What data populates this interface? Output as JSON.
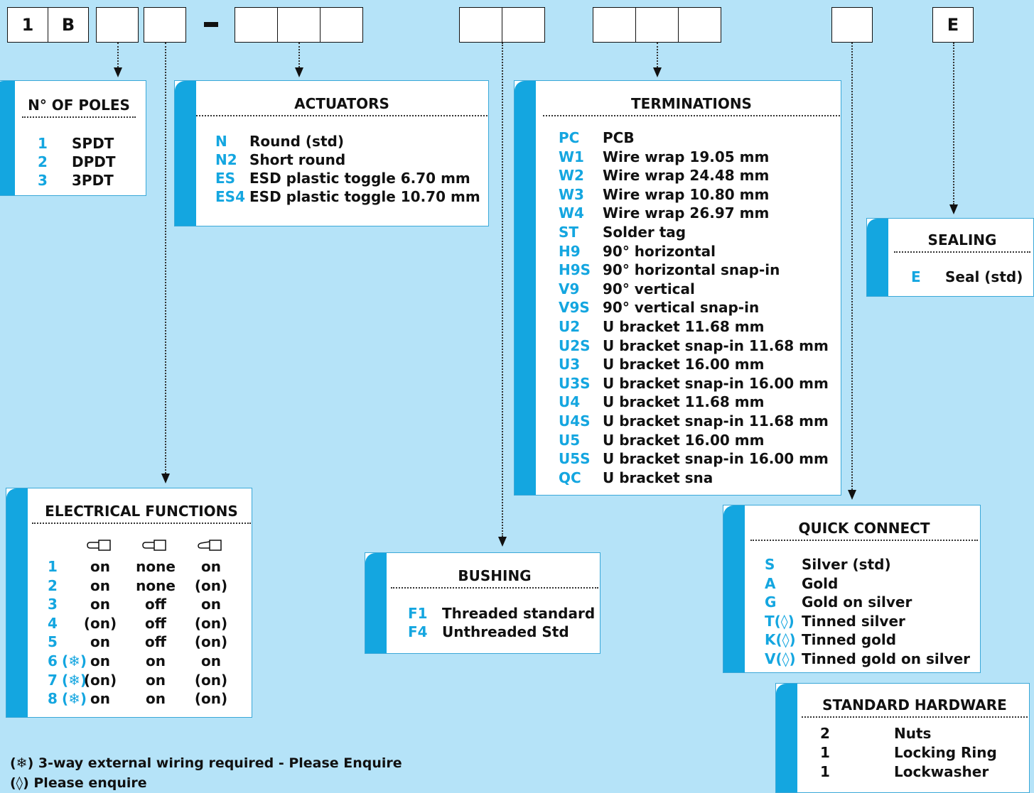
{
  "header": {
    "cells": [
      "1",
      "B",
      "",
      "",
      "",
      "",
      "",
      "",
      "",
      "",
      "",
      "",
      "E"
    ],
    "dash": "-"
  },
  "poles": {
    "title": "N° OF POLES",
    "items": [
      [
        "1",
        "SPDT"
      ],
      [
        "2",
        "DPDT"
      ],
      [
        "3",
        "3PDT"
      ]
    ]
  },
  "actuators": {
    "title": "ACTUATORS",
    "items": [
      [
        "N",
        "Round (std)"
      ],
      [
        "N2",
        "Short round"
      ],
      [
        "ES",
        "ESD plastic toggle 6.70 mm"
      ],
      [
        "ES4",
        "ESD plastic toggle 10.70 mm"
      ]
    ]
  },
  "terminations": {
    "title": "TERMINATIONS",
    "items": [
      [
        "PC",
        "PCB"
      ],
      [
        "W1",
        "Wire wrap 19.05 mm"
      ],
      [
        "W2",
        "Wire wrap 24.48 mm"
      ],
      [
        "W3",
        "Wire wrap 10.80 mm"
      ],
      [
        "W4",
        "Wire wrap 26.97 mm"
      ],
      [
        "ST",
        "Solder tag"
      ],
      [
        "H9",
        "90° horizontal"
      ],
      [
        "H9S",
        "90° horizontal snap-in"
      ],
      [
        "V9",
        "90° vertical"
      ],
      [
        "V9S",
        "90° vertical snap-in"
      ],
      [
        "U2",
        "U bracket 11.68 mm"
      ],
      [
        "U2S",
        "U bracket snap-in 11.68 mm"
      ],
      [
        "U3",
        "U bracket 16.00 mm"
      ],
      [
        "U3S",
        "U bracket snap-in 16.00 mm"
      ],
      [
        "U4",
        "U bracket 11.68 mm"
      ],
      [
        "U4S",
        "U bracket snap-in 11.68 mm"
      ],
      [
        "U5",
        "U bracket 16.00 mm"
      ],
      [
        "U5S",
        "U bracket snap-in 16.00 mm"
      ],
      [
        "QC",
        "U bracket sna"
      ]
    ]
  },
  "sealing": {
    "title": "SEALING",
    "items": [
      [
        "E",
        "Seal (std)"
      ]
    ]
  },
  "electrical": {
    "title": "ELECTRICAL FUNCTIONS",
    "rows": [
      {
        "code": "1",
        "sym": "",
        "c1": "on",
        "c2": "none",
        "c3": "on"
      },
      {
        "code": "2",
        "sym": "",
        "c1": "on",
        "c2": "none",
        "c3": "(on)"
      },
      {
        "code": "3",
        "sym": "",
        "c1": "on",
        "c2": "off",
        "c3": "on"
      },
      {
        "code": "4",
        "sym": "",
        "c1": "(on)",
        "c2": "off",
        "c3": "(on)"
      },
      {
        "code": "5",
        "sym": "",
        "c1": "on",
        "c2": "off",
        "c3": "(on)"
      },
      {
        "code": "6",
        "sym": "(❄)",
        "c1": "on",
        "c2": "on",
        "c3": "on"
      },
      {
        "code": "7",
        "sym": "(❄)",
        "c1": "(on)",
        "c2": "on",
        "c3": "(on)"
      },
      {
        "code": "8",
        "sym": "(❄)",
        "c1": "on",
        "c2": "on",
        "c3": "(on)"
      }
    ]
  },
  "bushing": {
    "title": "BUSHING",
    "items": [
      [
        "F1",
        "Threaded standard"
      ],
      [
        "F4",
        "Unthreaded Std"
      ]
    ]
  },
  "quick": {
    "title": "QUICK CONNECT",
    "items": [
      [
        "S",
        "Silver (std)"
      ],
      [
        "A",
        "Gold"
      ],
      [
        "G",
        "Gold on silver"
      ],
      [
        "T(◊)",
        "Tinned silver"
      ],
      [
        "K(◊)",
        "Tinned gold"
      ],
      [
        "V(◊)",
        "Tinned gold on silver"
      ]
    ]
  },
  "hardware": {
    "title": "STANDARD HARDWARE",
    "items": [
      [
        "2",
        "Nuts"
      ],
      [
        "1",
        "Locking Ring"
      ],
      [
        "1",
        "Lockwasher"
      ]
    ]
  },
  "notes": {
    "sym1": "(❄)",
    "text1": " 3-way external wiring required - Please Enquire",
    "sym2": "(◊)",
    "text2": " Please enquire"
  }
}
